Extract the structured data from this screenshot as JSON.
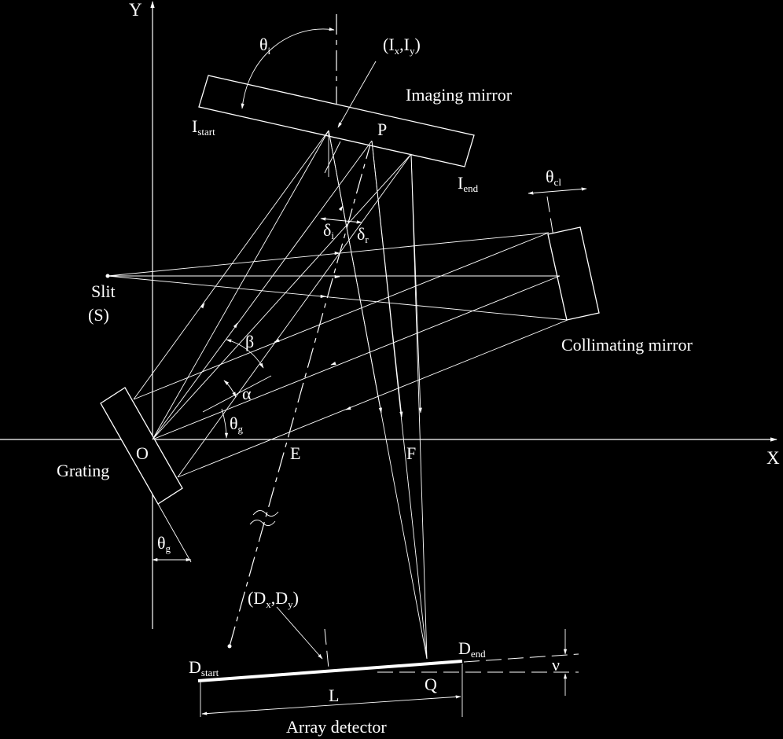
{
  "axes": {
    "x": "X",
    "y": "Y"
  },
  "labels": {
    "slit_line1": "Slit",
    "slit_line2": "(S)",
    "grating": "Grating",
    "imaging_mirror": "Imaging mirror",
    "collimating_mirror": "Collimating mirror",
    "array_detector": "Array detector",
    "origin": "O",
    "point_e": "E",
    "point_f": "F",
    "point_p": "P",
    "point_q": "Q",
    "length_l": "L",
    "beta": "β",
    "alpha": "α",
    "nu": "ν"
  },
  "subscripted": {
    "theta_i": {
      "base": "θ",
      "sub": "i"
    },
    "theta_g_top": {
      "base": "θ",
      "sub": "g"
    },
    "theta_g_bottom": {
      "base": "θ",
      "sub": "g"
    },
    "theta_cl": {
      "base": "θ",
      "sub": "cl"
    },
    "delta_i": {
      "base": "δ",
      "sub": "i"
    },
    "delta_r": {
      "base": "δ",
      "sub": "r"
    },
    "i_start": {
      "base": "I",
      "sub": "start"
    },
    "i_end": {
      "base": "I",
      "sub": "end"
    },
    "d_start": {
      "base": "D",
      "sub": "start"
    },
    "d_end": {
      "base": "D",
      "sub": "end"
    }
  },
  "coords": {
    "imaging": {
      "open": "(I",
      "s1": "x",
      "comma": ",I",
      "s2": "y",
      "close": ")"
    },
    "detector": {
      "open": "(D",
      "s1": "x",
      "comma": ",D",
      "s2": "y",
      "close": ")"
    }
  },
  "colors": {
    "background": "#000000",
    "ink": "#ffffff"
  }
}
